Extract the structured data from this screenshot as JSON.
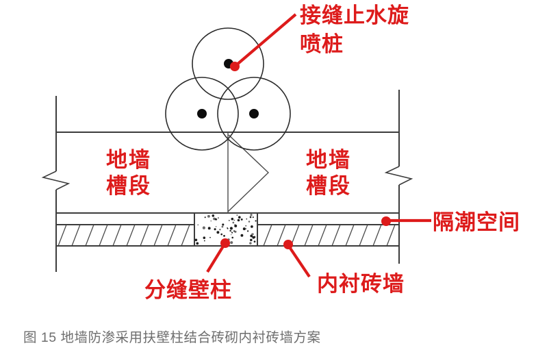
{
  "figure": {
    "caption": "图 15 地墙防渗采用扶壁柱结合砖砌内衬砖墙方案",
    "labels": {
      "jet_pile": {
        "lines": [
          "接缝止水旋",
          "喷桩"
        ]
      },
      "wall_panel_left": {
        "lines": [
          "地墙",
          "槽段"
        ]
      },
      "wall_panel_right": {
        "lines": [
          "地墙",
          "槽段"
        ]
      },
      "damp_space": {
        "text": "隔潮空间"
      },
      "pilaster": {
        "text": "分缝壁柱"
      },
      "brick_wall": {
        "text": "内衬砖墙"
      }
    },
    "colors": {
      "annotation_red": "#dd1b1b",
      "drawing_line": "#3c3c3c",
      "circle_line": "#2a2a2a",
      "caption_gray": "#6e6e6e"
    }
  }
}
